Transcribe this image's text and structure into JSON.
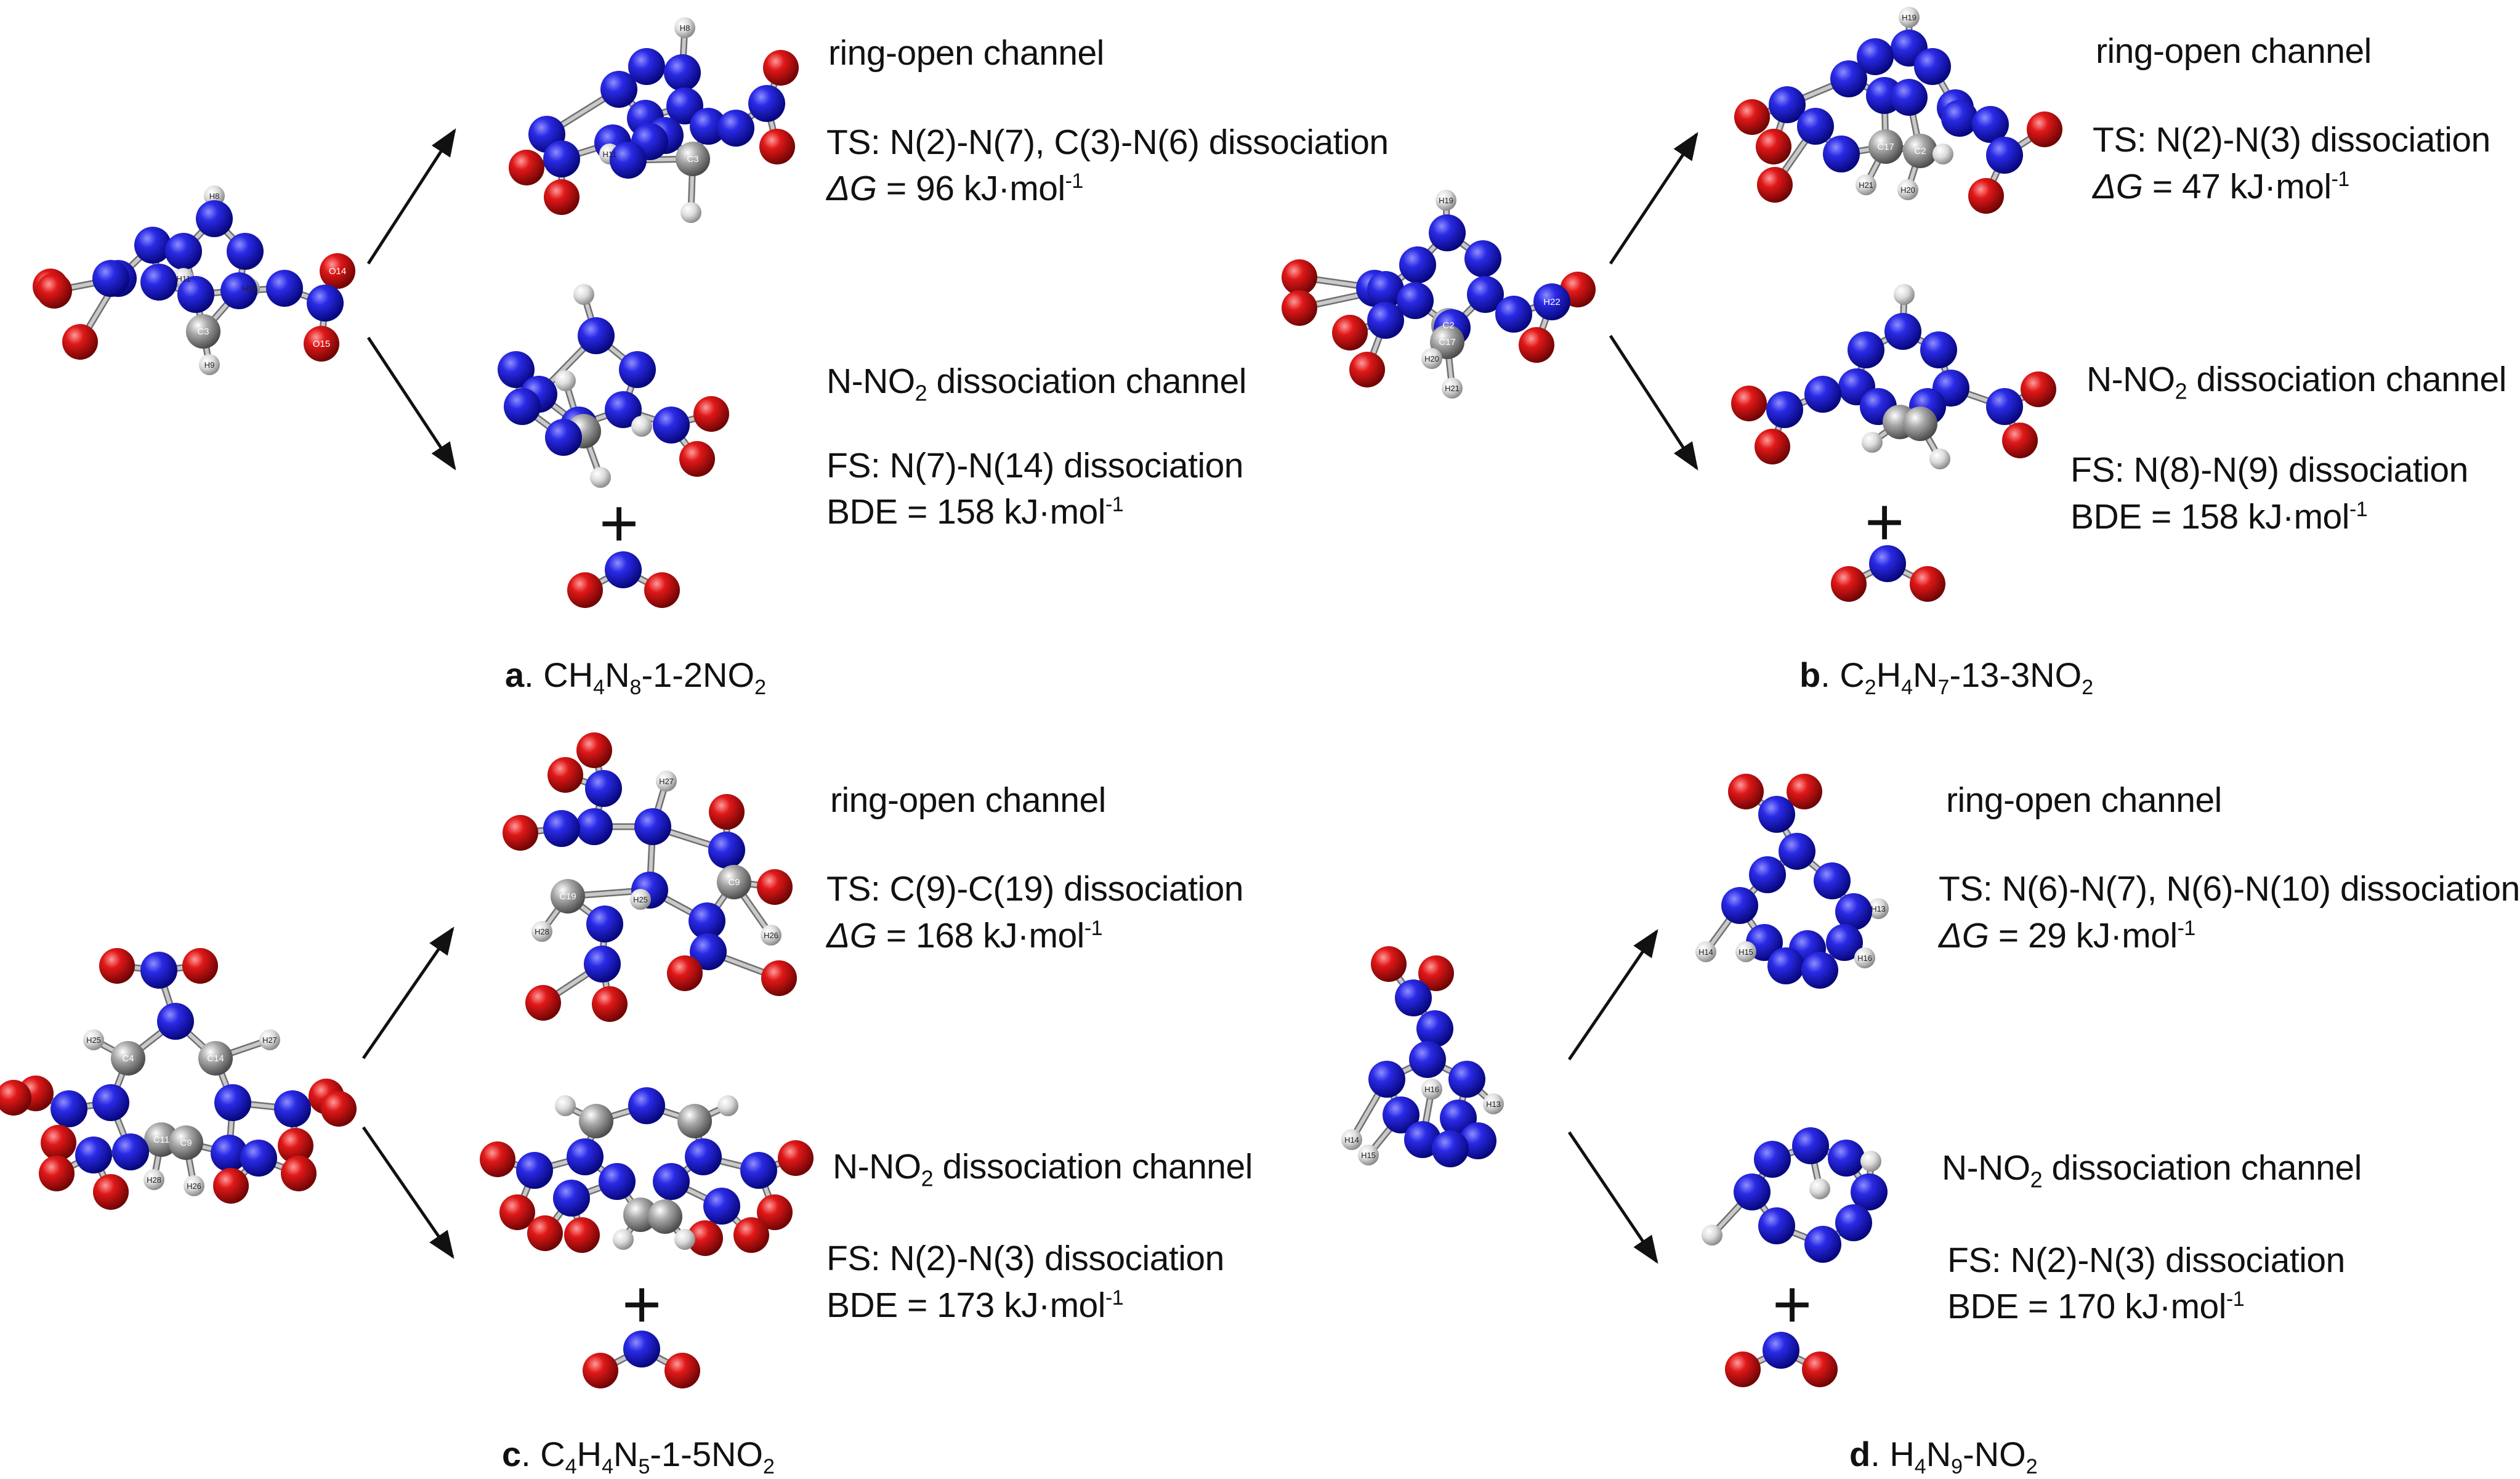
{
  "colors": {
    "nitrogen": "#1414d6",
    "oxygen": "#c80b0b",
    "carbon": "#9a9a9a",
    "hydrogen": "#e6e6e6",
    "bond": "#a8a8a8",
    "arrow": "#111111"
  },
  "panels": {
    "a": {
      "ring_open_title": "ring-open channel",
      "ts_text": "TS: N(2)-N(7), C(3)-N(6) dissociation",
      "dg_symbol": "ΔG",
      "dg_value": " = 96 kJ·mol",
      "dg_exp": "-1",
      "nno2_title_pre": "N-NO",
      "nno2_title_sub": "2",
      "nno2_title_post": " dissociation channel",
      "fs_text": "FS: N(7)-N(14) dissociation",
      "bde_value": "BDE = 158 kJ·mol",
      "bde_exp": "-1",
      "plus": "+",
      "caption_letter": "a",
      "caption_parts": [
        ".",
        " CH",
        "4",
        "N",
        "8",
        "-1-2NO",
        "2"
      ],
      "atom_labels": [
        "H8",
        "H11",
        "H10",
        "C3",
        "H9",
        "O14",
        "O15"
      ]
    },
    "b": {
      "ring_open_title": "ring-open channel",
      "ts_text": "TS: N(2)-N(3) dissociation",
      "dg_symbol": "ΔG",
      "dg_value": " = 47 kJ·mol",
      "dg_exp": "-1",
      "nno2_title_pre": "N-NO",
      "nno2_title_sub": "2",
      "nno2_title_post": " dissociation channel",
      "fs_text": "FS: N(8)-N(9) dissociation",
      "bde_value": "BDE = 158 kJ·mol",
      "bde_exp": "-1",
      "plus": "+",
      "caption_letter": "b",
      "caption_parts": [
        ".",
        " C",
        "2",
        "H",
        "4",
        "N",
        "7",
        "-13-3NO",
        "2"
      ],
      "atom_labels": [
        "H19",
        "C2",
        "C17",
        "H20",
        "H21",
        "H22"
      ]
    },
    "c": {
      "ring_open_title": "ring-open channel",
      "ts_text": "TS: C(9)-C(19) dissociation",
      "dg_symbol": "ΔG",
      "dg_value": " = 168 kJ·mol",
      "dg_exp": "-1",
      "nno2_title_pre": "N-NO",
      "nno2_title_sub": "2",
      "nno2_title_post": " dissociation channel",
      "fs_text": "FS: N(2)-N(3) dissociation",
      "bde_value": "BDE = 173 kJ·mol",
      "bde_exp": "-1",
      "plus": "+",
      "caption_letter": "c",
      "caption_parts": [
        ".",
        " C",
        "4",
        "H",
        "4",
        "N",
        "5",
        "-1-5NO",
        "2"
      ],
      "atom_labels": [
        "H25",
        "C4",
        "C14",
        "H27",
        "C11",
        "C9",
        "H28",
        "H26",
        "H27",
        "C19",
        "H28",
        "H25",
        "C9",
        "H26"
      ]
    },
    "d": {
      "ring_open_title": "ring-open channel",
      "ts_text": "TS: N(6)-N(7), N(6)-N(10) dissociation",
      "dg_symbol": "ΔG",
      "dg_value": " = 29 kJ·mol",
      "dg_exp": "-1",
      "nno2_title_pre": "N-NO",
      "nno2_title_sub": "2",
      "nno2_title_post": " dissociation channel",
      "fs_text": "FS: N(2)-N(3) dissociation",
      "bde_value": "BDE = 170 kJ·mol",
      "bde_exp": "-1",
      "plus": "+",
      "caption_letter": "d",
      "caption_parts": [
        ".",
        " H",
        "4",
        "N",
        "9",
        "-NO",
        "2"
      ],
      "atom_labels": [
        "H16",
        "H15",
        "H13",
        "H14",
        "H13",
        "H14",
        "H15",
        "H16"
      ]
    }
  }
}
